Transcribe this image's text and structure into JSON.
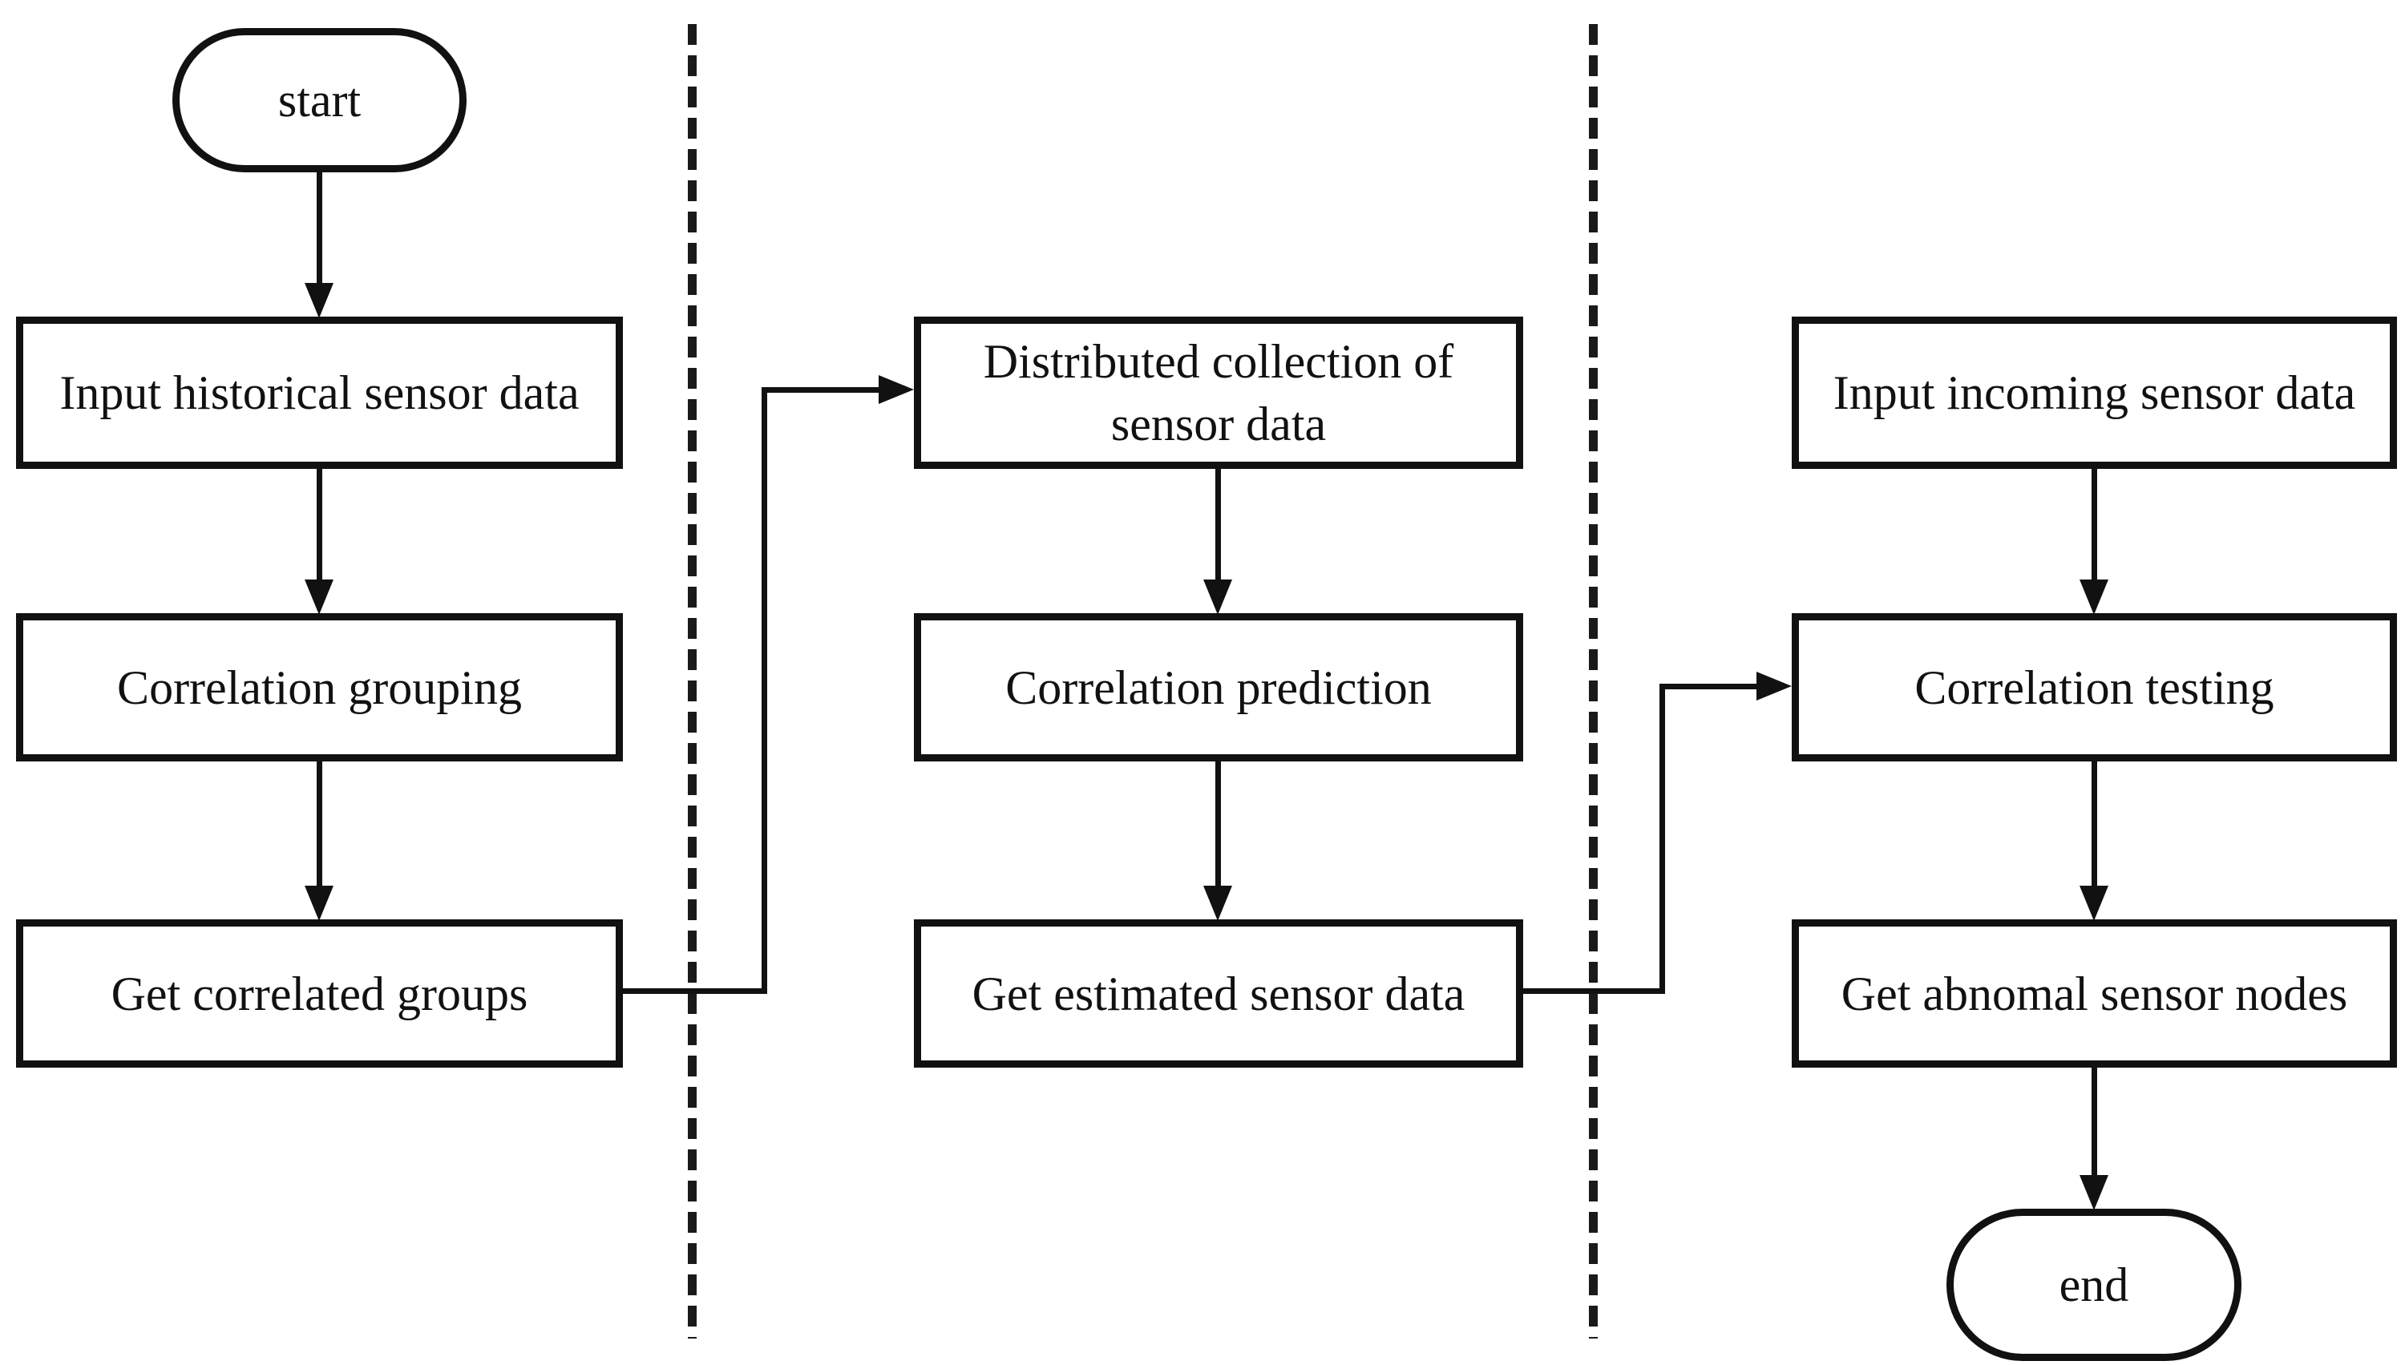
{
  "colors": {
    "ink": "#111111",
    "background": "#ffffff"
  },
  "diagram": {
    "type": "flowchart",
    "lanes": 3,
    "nodes": {
      "start": {
        "label": "start",
        "shape": "stadium"
      },
      "input_historical": {
        "label": "Input historical sensor data",
        "shape": "rect"
      },
      "correlation_grouping": {
        "label": "Correlation grouping",
        "shape": "rect"
      },
      "get_correlated_groups": {
        "label": "Get correlated groups",
        "shape": "rect"
      },
      "distributed_collection": {
        "label": "Distributed collection of sensor data",
        "shape": "rect"
      },
      "correlation_prediction": {
        "label": "Correlation prediction",
        "shape": "rect"
      },
      "get_estimated_data": {
        "label": "Get estimated sensor data",
        "shape": "rect"
      },
      "input_incoming": {
        "label": "Input incoming sensor data",
        "shape": "rect"
      },
      "correlation_testing": {
        "label": "Correlation testing",
        "shape": "rect"
      },
      "get_abnomal_nodes": {
        "label": "Get abnomal sensor nodes",
        "shape": "rect"
      },
      "end": {
        "label": "end",
        "shape": "stadium"
      }
    },
    "edges": [
      {
        "from": "start",
        "to": "input_historical"
      },
      {
        "from": "input_historical",
        "to": "correlation_grouping"
      },
      {
        "from": "correlation_grouping",
        "to": "get_correlated_groups"
      },
      {
        "from": "get_correlated_groups",
        "to": "distributed_collection"
      },
      {
        "from": "distributed_collection",
        "to": "correlation_prediction"
      },
      {
        "from": "correlation_prediction",
        "to": "get_estimated_data"
      },
      {
        "from": "get_estimated_data",
        "to": "correlation_testing"
      },
      {
        "from": "input_incoming",
        "to": "correlation_testing"
      },
      {
        "from": "correlation_testing",
        "to": "get_abnomal_nodes"
      },
      {
        "from": "get_abnomal_nodes",
        "to": "end"
      }
    ]
  }
}
